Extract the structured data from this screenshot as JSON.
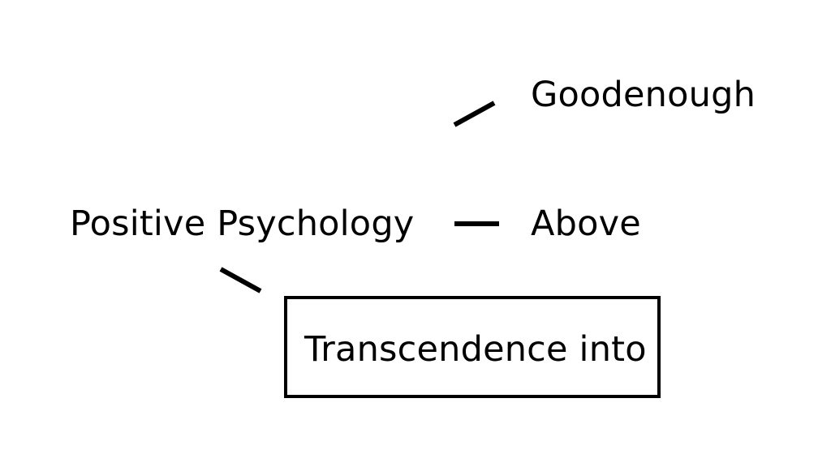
{
  "diagram": {
    "source": "Positive Psychology",
    "branches": [
      {
        "label": "Goodenough"
      },
      {
        "label": "Above"
      },
      {
        "label": "Transcendence into",
        "boxed": true
      }
    ]
  },
  "colors": {
    "background": "#ffffff",
    "ink": "#000000"
  }
}
